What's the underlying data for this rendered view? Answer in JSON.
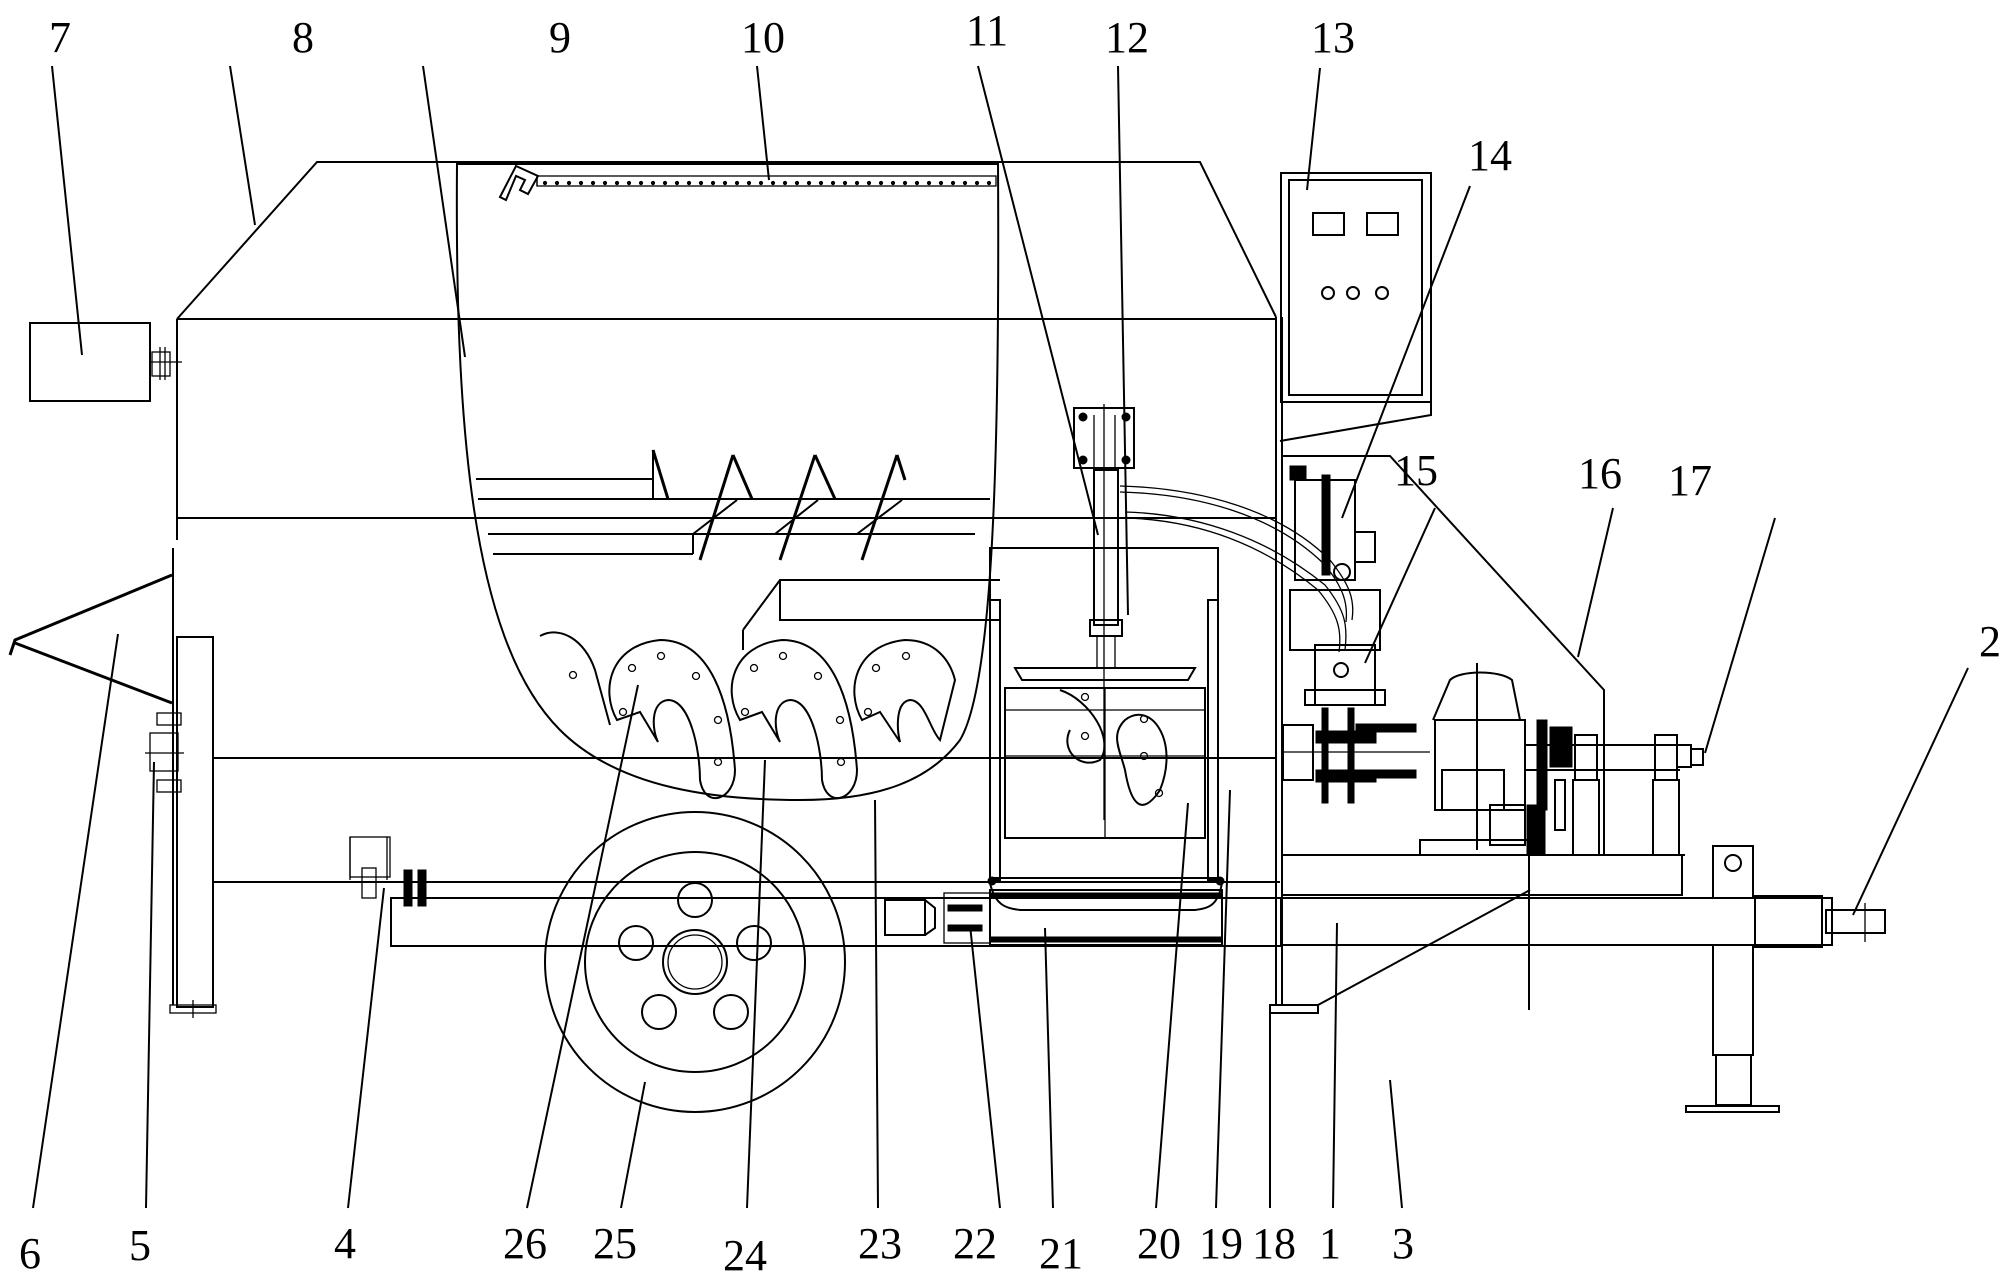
{
  "figure": {
    "kind": "patent side-view drawing of trailer-mounted mixing/pumping machine",
    "background": "#ffffff",
    "line_color": "#000000"
  },
  "labels": [
    {
      "id": "1",
      "text": "1"
    },
    {
      "id": "2",
      "text": "2"
    },
    {
      "id": "3",
      "text": "3"
    },
    {
      "id": "4",
      "text": "4"
    },
    {
      "id": "5",
      "text": "5"
    },
    {
      "id": "6",
      "text": "6"
    },
    {
      "id": "7",
      "text": "7"
    },
    {
      "id": "8",
      "text": "8"
    },
    {
      "id": "9",
      "text": "9"
    },
    {
      "id": "10",
      "text": "10"
    },
    {
      "id": "11",
      "text": "11"
    },
    {
      "id": "12",
      "text": "12"
    },
    {
      "id": "13",
      "text": "13"
    },
    {
      "id": "14",
      "text": "14"
    },
    {
      "id": "15",
      "text": "15"
    },
    {
      "id": "16",
      "text": "16"
    },
    {
      "id": "17",
      "text": "17"
    },
    {
      "id": "18",
      "text": "18"
    },
    {
      "id": "19",
      "text": "19"
    },
    {
      "id": "20",
      "text": "20"
    },
    {
      "id": "21",
      "text": "21"
    },
    {
      "id": "22",
      "text": "22"
    },
    {
      "id": "23",
      "text": "23"
    },
    {
      "id": "24",
      "text": "24"
    },
    {
      "id": "25",
      "text": "25"
    },
    {
      "id": "26",
      "text": "26"
    }
  ],
  "control_box": {
    "displays": 2,
    "buttons": 3
  },
  "wheel": {
    "bolt_holes": 5
  }
}
